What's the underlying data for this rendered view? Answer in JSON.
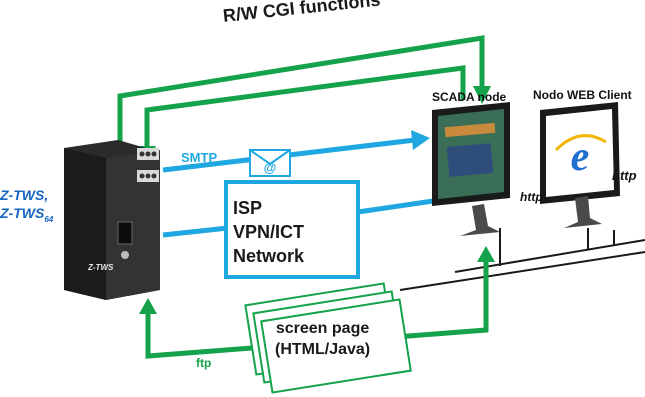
{
  "labels": {
    "cgi_functions": "R/W CGI functions",
    "scada_node": "SCADA node",
    "web_client": "Nodo WEB Client",
    "http_scada": "http",
    "http_client": "http",
    "smtp": "SMTP",
    "ftp": "ftp",
    "device_name_1": "Z-TWS,",
    "device_name_2": "Z-TWS",
    "device_name_2_suffix": "64",
    "device_logo": "Z-TWS",
    "isp_line1": "ISP",
    "isp_line2": "VPN/ICT",
    "isp_line3": "Network",
    "screen_line1": "screen page",
    "screen_line2": "(HTML/Java)"
  },
  "colors": {
    "green_arrow": "#14a24b",
    "blue_arrow": "#1fa7e1",
    "device_body": "#2b2b2b",
    "network_lines": "#1a1a1a",
    "device_text": "#1565c0"
  },
  "icons": {
    "email": "envelope-icon",
    "browser": "internet-explorer-icon"
  }
}
